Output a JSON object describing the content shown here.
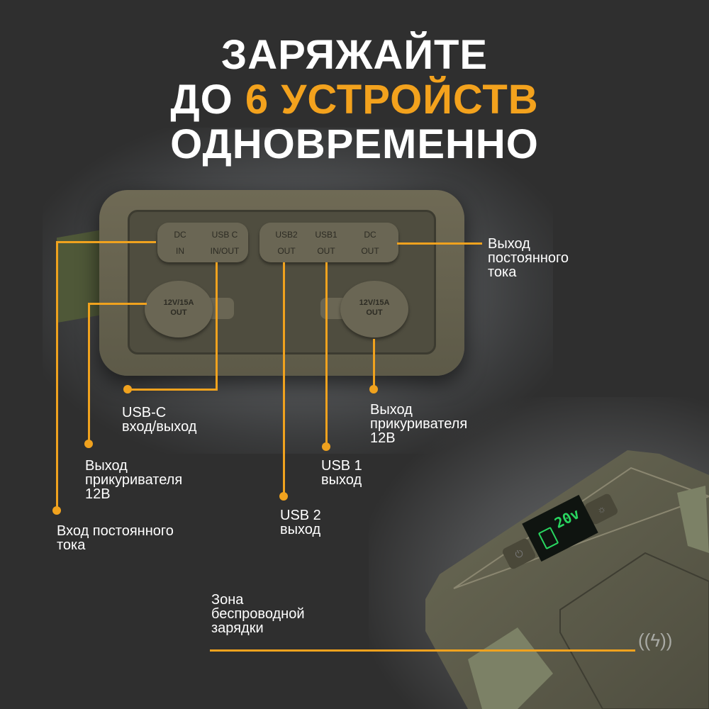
{
  "title": {
    "line1": "ЗАРЯЖАЙТЕ",
    "line2_prefix": "ДО ",
    "line2_accent": "6 УСТРОЙСТВ",
    "line3": "ОДНОВРЕМЕННО"
  },
  "device": {
    "port_dc_in": [
      "DC",
      "IN"
    ],
    "port_usbc": [
      "USB C",
      "IN/OUT"
    ],
    "port_usb2": [
      "USB2",
      "OUT"
    ],
    "port_usb1": [
      "USB1",
      "OUT"
    ],
    "port_dc_out": [
      "DC",
      "OUT"
    ],
    "socket_left": [
      "12V/15A",
      "OUT"
    ],
    "socket_right": [
      "12V/15A",
      "OUT"
    ],
    "display_value": "20v"
  },
  "callouts": {
    "dc_out": [
      "Выход",
      "постоянного",
      "тока"
    ],
    "usbc": [
      "USB-C",
      "вход/выход"
    ],
    "socket_right": [
      "Выход",
      "прикуривателя",
      "12В"
    ],
    "socket_left": [
      "Выход",
      "прикуривателя",
      "12В"
    ],
    "usb1": [
      "USB 1",
      "выход"
    ],
    "usb2": [
      "USB 2",
      "выход"
    ],
    "dc_in": [
      "Вход постоянного",
      "тока"
    ],
    "wireless": [
      "Зона",
      "беспроводной",
      "зарядки"
    ]
  },
  "colors": {
    "accent": "#f3a21d",
    "background": "#2f2f2f"
  }
}
